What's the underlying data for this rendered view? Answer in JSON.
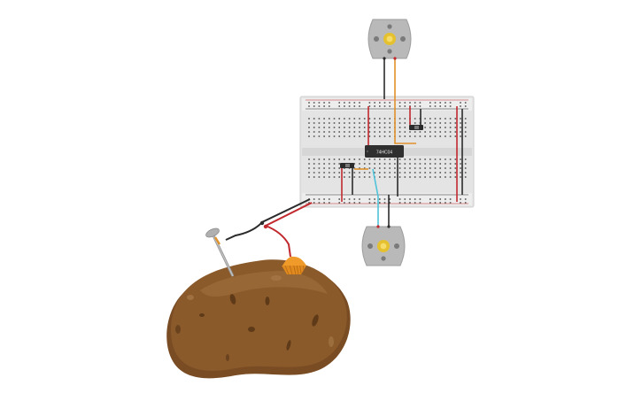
{
  "circuit": {
    "chip": {
      "label": "74HC04"
    },
    "colors": {
      "board": "#e6e6e6",
      "rail_red": "#c0282d",
      "rail_dark": "#222222",
      "wire_red": "#c0282d",
      "wire_black": "#2b2b2b",
      "wire_orange": "#e0922b",
      "wire_cyan": "#4fc3d9",
      "motor_body": "#b9b9b9",
      "motor_shaft": "#e6c12f",
      "potato": "#8b5a2b",
      "copper": "#e08a1f",
      "nail": "#a7a7a7"
    },
    "icons": {
      "motor_top": "dc-motor-icon",
      "motor_bottom": "dc-motor-icon",
      "potato": "potato-icon",
      "nail": "zinc-nail-electrode",
      "coin": "copper-electrode"
    }
  }
}
